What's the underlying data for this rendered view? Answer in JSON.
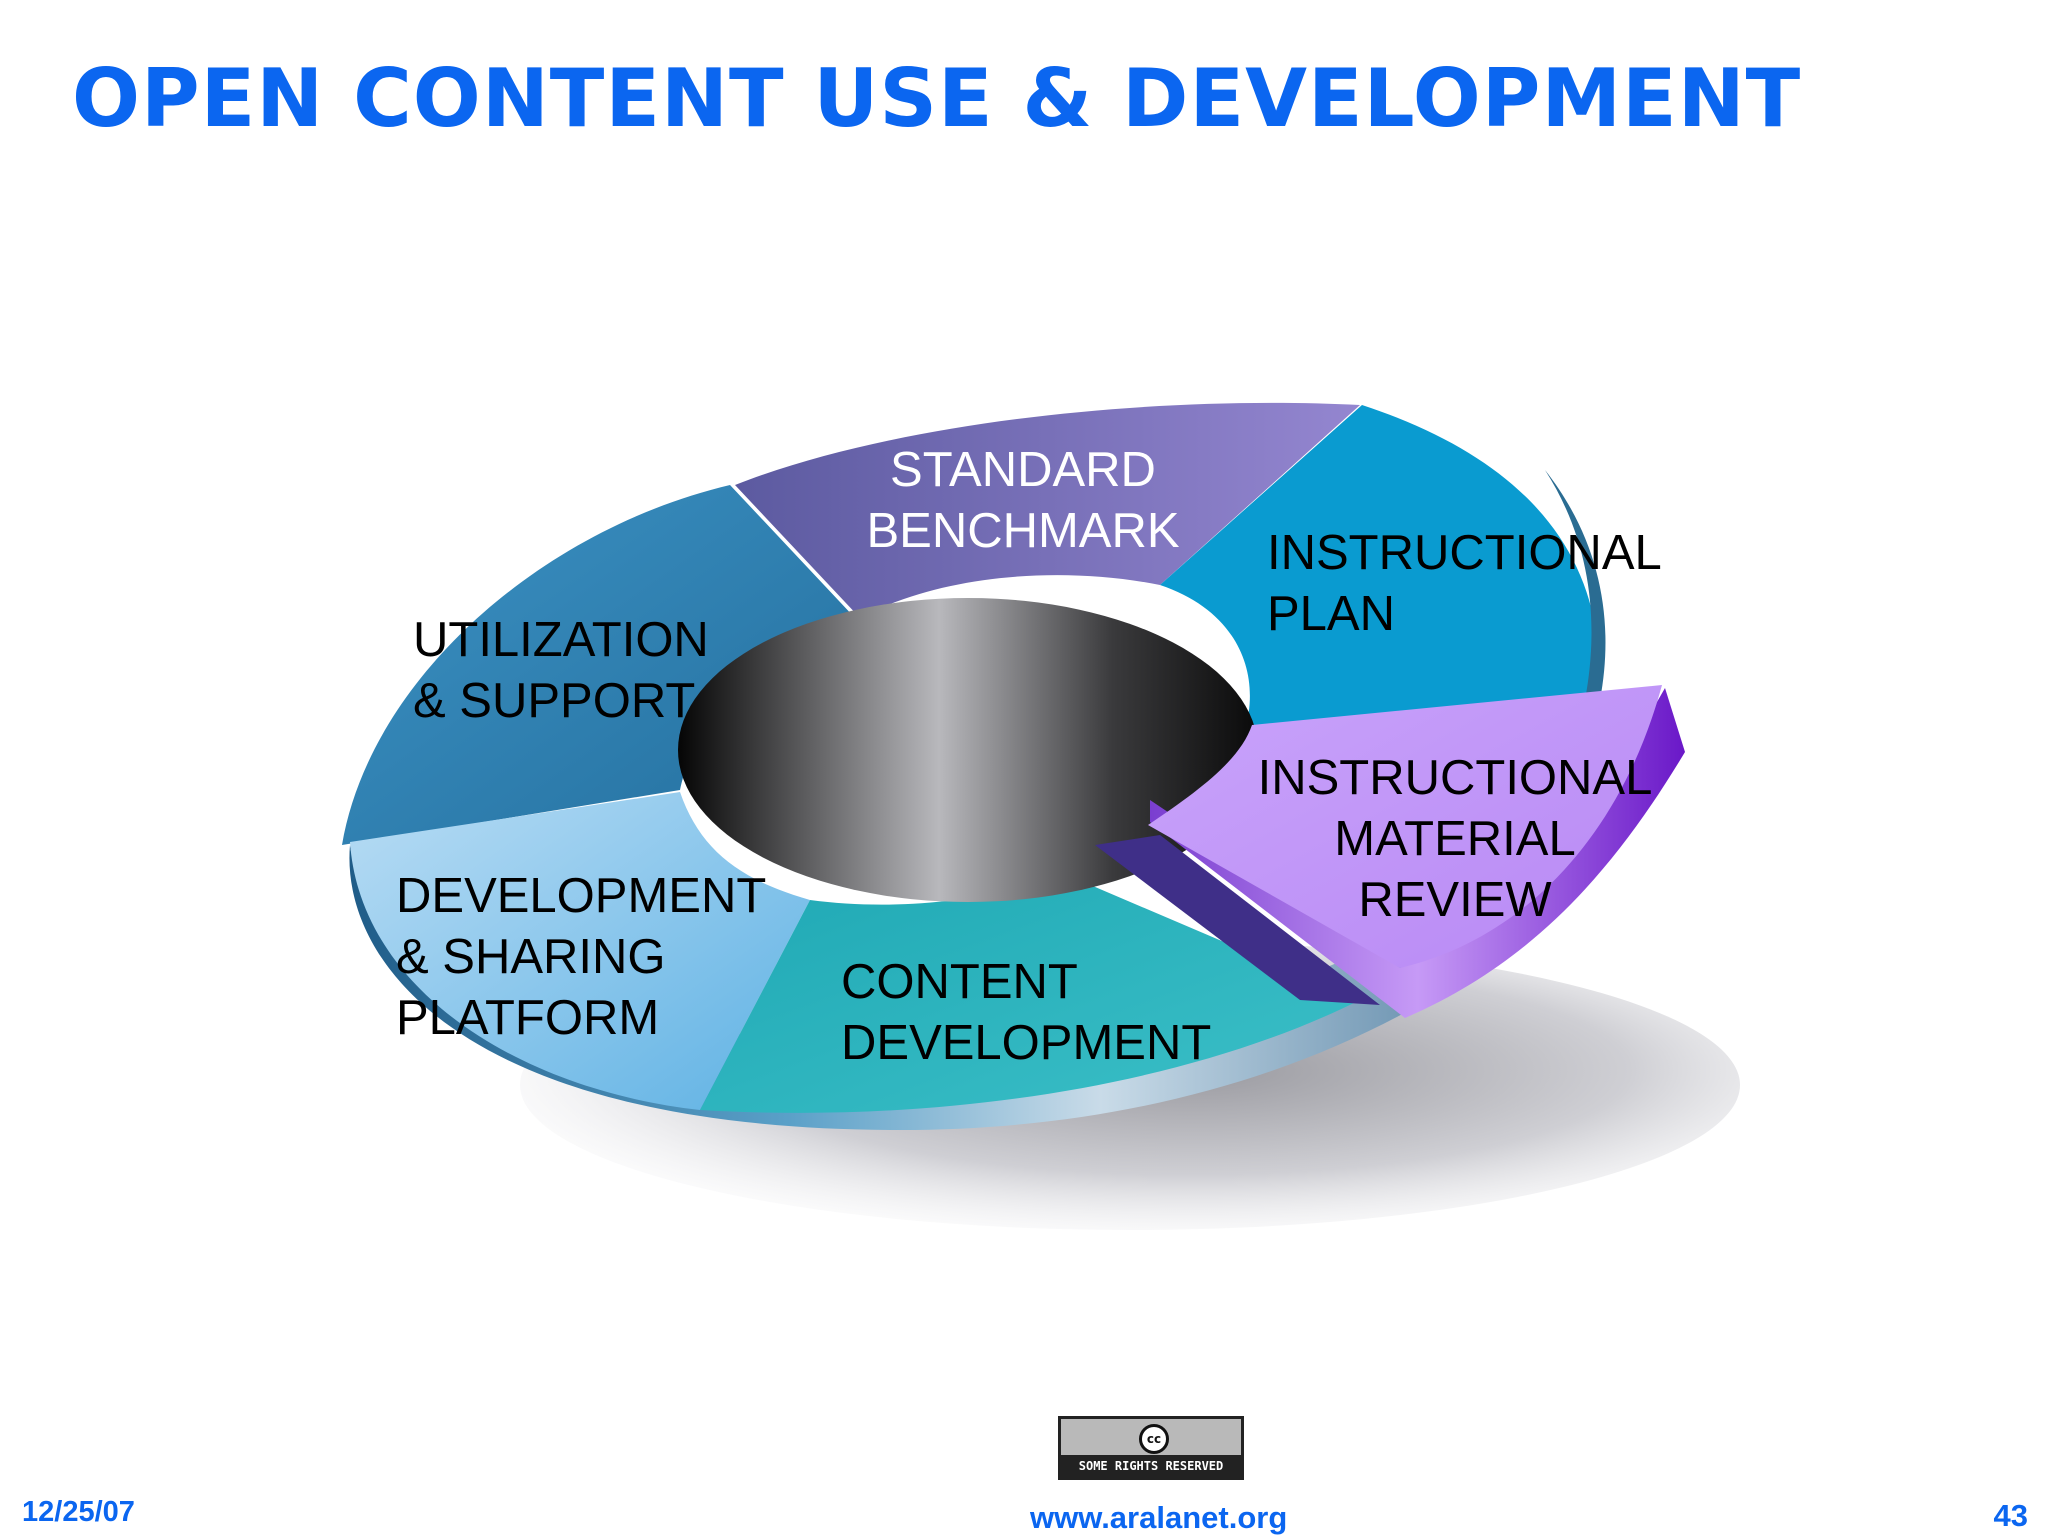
{
  "slide": {
    "title": "OPEN CONTENT USE & DEVELOPMENT"
  },
  "cycle": {
    "segments": [
      {
        "id": "standard-benchmark",
        "label": "STANDARD\nBENCHMARK",
        "color": "#7e70b8"
      },
      {
        "id": "instructional-plan",
        "label": "INSTRUCTIONAL\nPLAN",
        "color": "#0a9bd0"
      },
      {
        "id": "instructional-material-review",
        "label": "INSTRUCTIONAL\nMATERIAL\nREVIEW",
        "color": "#c89cfa"
      },
      {
        "id": "content-development",
        "label": "CONTENT\nDEVELOPMENT",
        "color": "#28b4c0"
      },
      {
        "id": "development-sharing-platform",
        "label": "DEVELOPMENT\n& SHARING\nPLATFORM",
        "color": "#8ccaf0"
      },
      {
        "id": "utilization-support",
        "label": "UTILIZATION\n& SUPPORT",
        "color": "#3288ba"
      }
    ]
  },
  "license": {
    "badge_text": "SOME RIGHTS RESERVED",
    "symbol": "cc"
  },
  "footer": {
    "date": "12/25/07",
    "url": "www.aralanet.org",
    "page": "43"
  }
}
